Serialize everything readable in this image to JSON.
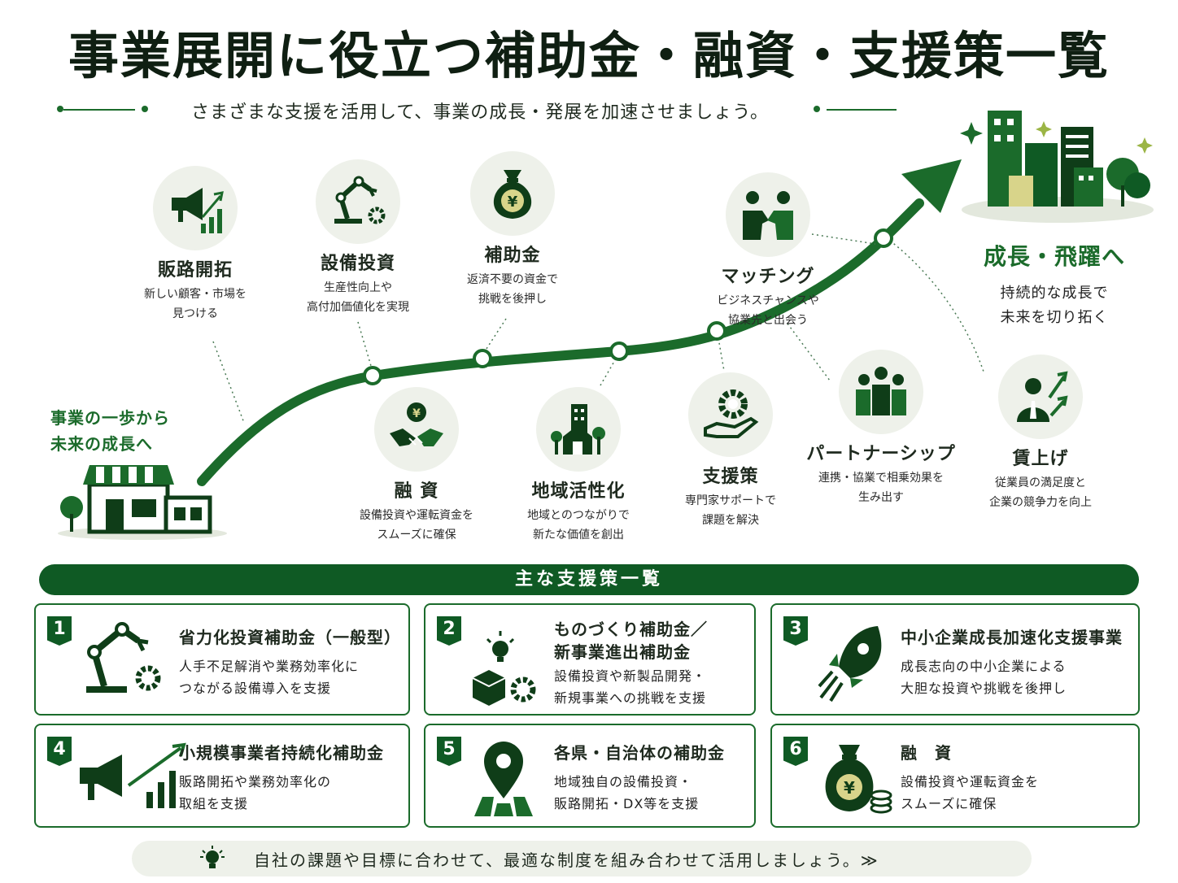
{
  "title": "事業展開に役立つ補助金・融資・支援策一覧",
  "subtitle": "さまざまな支援を活用して、事業の成長・発展を加速させましょう。",
  "start": {
    "line1": "事業の一歩から",
    "line2": "未来の成長へ"
  },
  "goal": {
    "label": "成長・飛躍へ",
    "line1": "持続的な成長で",
    "line2": "未来を切り拓く"
  },
  "flow_nodes": [
    {
      "label": "販路開拓",
      "desc1": "新しい顧客・市場を",
      "desc2": "見つける",
      "icon": "megaphone-chart-icon"
    },
    {
      "label": "設備投資",
      "desc1": "生産性向上や",
      "desc2": "高付加価値化を実現",
      "icon": "robot-arm-icon"
    },
    {
      "label": "補助金",
      "desc1": "返済不要の資金で",
      "desc2": "挑戦を後押し",
      "icon": "money-bag-icon"
    },
    {
      "label": "マッチング",
      "desc1": "ビジネスチャンスや",
      "desc2": "協業先と出会う",
      "icon": "handshake-people-icon"
    },
    {
      "label": "融 資",
      "desc1": "設備投資や運転資金を",
      "desc2": "スムーズに確保",
      "icon": "yen-handshake-icon"
    },
    {
      "label": "地域活性化",
      "desc1": "地域とのつながりで",
      "desc2": "新たな価値を創出",
      "icon": "town-icon"
    },
    {
      "label": "支援策",
      "desc1": "専門家サポートで",
      "desc2": "課題を解決",
      "icon": "gear-hand-icon"
    },
    {
      "label": "パートナーシップ",
      "desc1": "連携・協業で相乗効果を",
      "desc2": "生み出す",
      "icon": "group-icon"
    },
    {
      "label": "賃上げ",
      "desc1": "従業員の満足度と",
      "desc2": "企業の競争力を向上",
      "icon": "person-growth-icon"
    }
  ],
  "banner": "主な支援策一覧",
  "cards": [
    {
      "num": "1",
      "title1": "省力化投資補助金（一般型）",
      "title2": "",
      "desc1": "人手不足解消や業務効率化に",
      "desc2": "つながる設備導入を支援",
      "icon": "robot-arm-icon"
    },
    {
      "num": "2",
      "title1": "ものづくり補助金／",
      "title2": "新事業進出補助金",
      "desc1": "設備投資や新製品開発・",
      "desc2": "新規事業への挑戦を支援",
      "icon": "box-gear-bulb-icon"
    },
    {
      "num": "3",
      "title1": "中小企業成長加速化支援事業",
      "title2": "",
      "desc1": "成長志向の中小企業による",
      "desc2": "大胆な投資や挑戦を後押し",
      "icon": "rocket-icon"
    },
    {
      "num": "4",
      "title1": "小規模事業者持続化補助金",
      "title2": "",
      "desc1": "販路開拓や業務効率化の",
      "desc2": "取組を支援",
      "icon": "megaphone-chart-icon"
    },
    {
      "num": "5",
      "title1": "各県・自治体の補助金",
      "title2": "",
      "desc1": "地域独自の設備投資・",
      "desc2": "販路開拓・DX等を支援",
      "icon": "map-pin-icon"
    },
    {
      "num": "6",
      "title1": "融　資",
      "title2": "",
      "desc1": "設備投資や運転資金を",
      "desc2": "スムーズに確保",
      "icon": "money-bag-coins-icon"
    }
  ],
  "footer": "自社の課題や目標に合わせて、最適な制度を組み合わせて活用しましょう。≫",
  "colors": {
    "primary": "#0f5a24",
    "accent": "#1b6b2b",
    "light": "#eef1ea"
  }
}
